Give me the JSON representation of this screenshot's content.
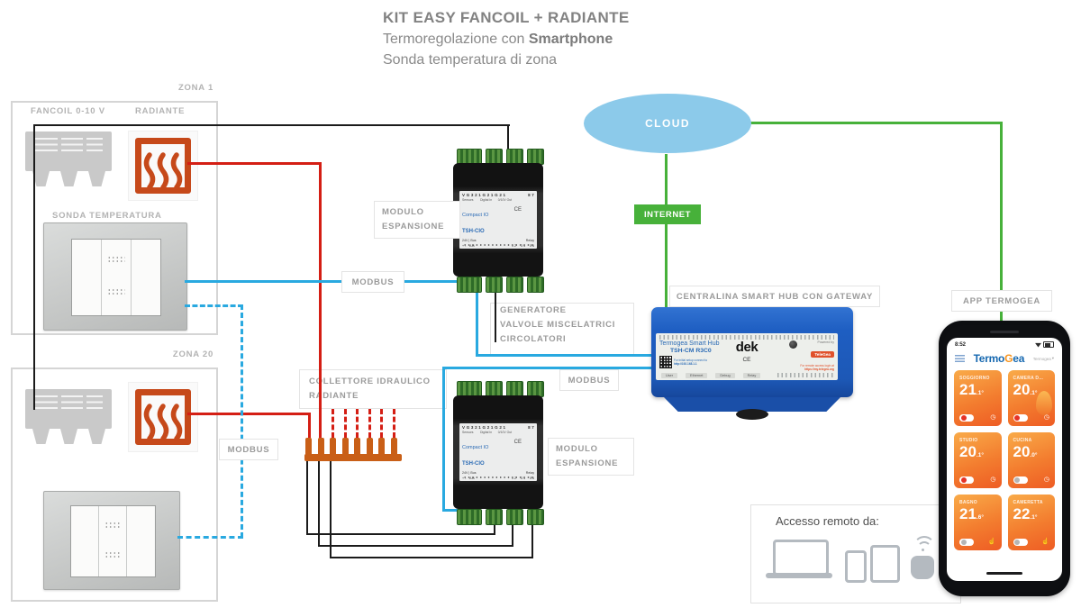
{
  "title": {
    "line1": "KIT EASY FANCOIL + RADIANTE",
    "line2_prefix": "Termoregolazione con ",
    "line2_bold": "Smartphone",
    "line3": "Sonda temperatura di zona"
  },
  "zone1": {
    "label": "ZONA 1",
    "fancoil": "FANCOIL 0-10 V",
    "radiante": "RADIANTE",
    "sonda": "SONDA TEMPERATURA"
  },
  "zone20": {
    "label": "ZONA 20"
  },
  "net": {
    "cloud": "CLOUD",
    "internet": "INTERNET"
  },
  "labels": {
    "modbus": "MODBUS",
    "modulo_line1": "MODULO",
    "modulo_line2": "ESPANSIONE",
    "generatore_line1": "GENERATORE",
    "generatore_line2": "VALVOLE MISCELATRICI",
    "generatore_line3": "CIRCOLATORI",
    "collettore_line1": "COLLETTORE IDRAULICO",
    "collettore_line2": "RADIANTE",
    "centralina": "CENTRALINA SMART HUB CON GATEWAY",
    "app": "APP TERMOGEA"
  },
  "module": {
    "pins_top": "V G 3 2 1   G 2 1   G 2 1",
    "pins_corner": "8  7",
    "groups": "Sensors        Digital In       0/10V Out",
    "name_line1": "Compact IO",
    "name_line2": "TSH-CIO",
    "ce": "CE",
    "power_label": "24V | Bus",
    "relay_label": "Relay",
    "relay_pins": "1 2     3 4     5 6",
    "bus_pins": "+ -    A B"
  },
  "hub": {
    "name": "Termogea Smart Hub",
    "model": "TSH-CM R3C0",
    "setup_line1": "For initial setup connect to",
    "setup_line2": "http://192.168.1.1",
    "brand": "dek",
    "ce": "CE",
    "powered_by": "Powered by",
    "powered_brand": "TeleGea",
    "remote_line1": "For remote access login at",
    "remote_line2": "https://my.telegea.org",
    "ports": [
      "User",
      "Ethernet",
      "Debug",
      "Relay"
    ]
  },
  "phone": {
    "time": "8:52",
    "logo_termo": "Termo",
    "logo_g": "G",
    "logo_ea": "ea",
    "account": "Termogea",
    "caret": "▾",
    "tiles": [
      {
        "name": "SOGGIORNO",
        "temp": "21",
        "frac": ".1°",
        "icon": "◷"
      },
      {
        "name": "CAMERA D...",
        "temp": "20",
        "frac": ".1°",
        "icon": "◷"
      },
      {
        "name": "STUDIO",
        "temp": "20",
        "frac": ".1°",
        "icon": "◷"
      },
      {
        "name": "CUCINA",
        "temp": "20",
        "frac": ".0°",
        "icon": "◷"
      },
      {
        "name": "BAGNO",
        "temp": "21",
        "frac": ".6°",
        "icon": "☝"
      },
      {
        "name": "CAMERETTA",
        "temp": "22",
        "frac": ".1°",
        "icon": "☝"
      }
    ]
  },
  "remote": {
    "title": "Accesso remoto da:"
  }
}
